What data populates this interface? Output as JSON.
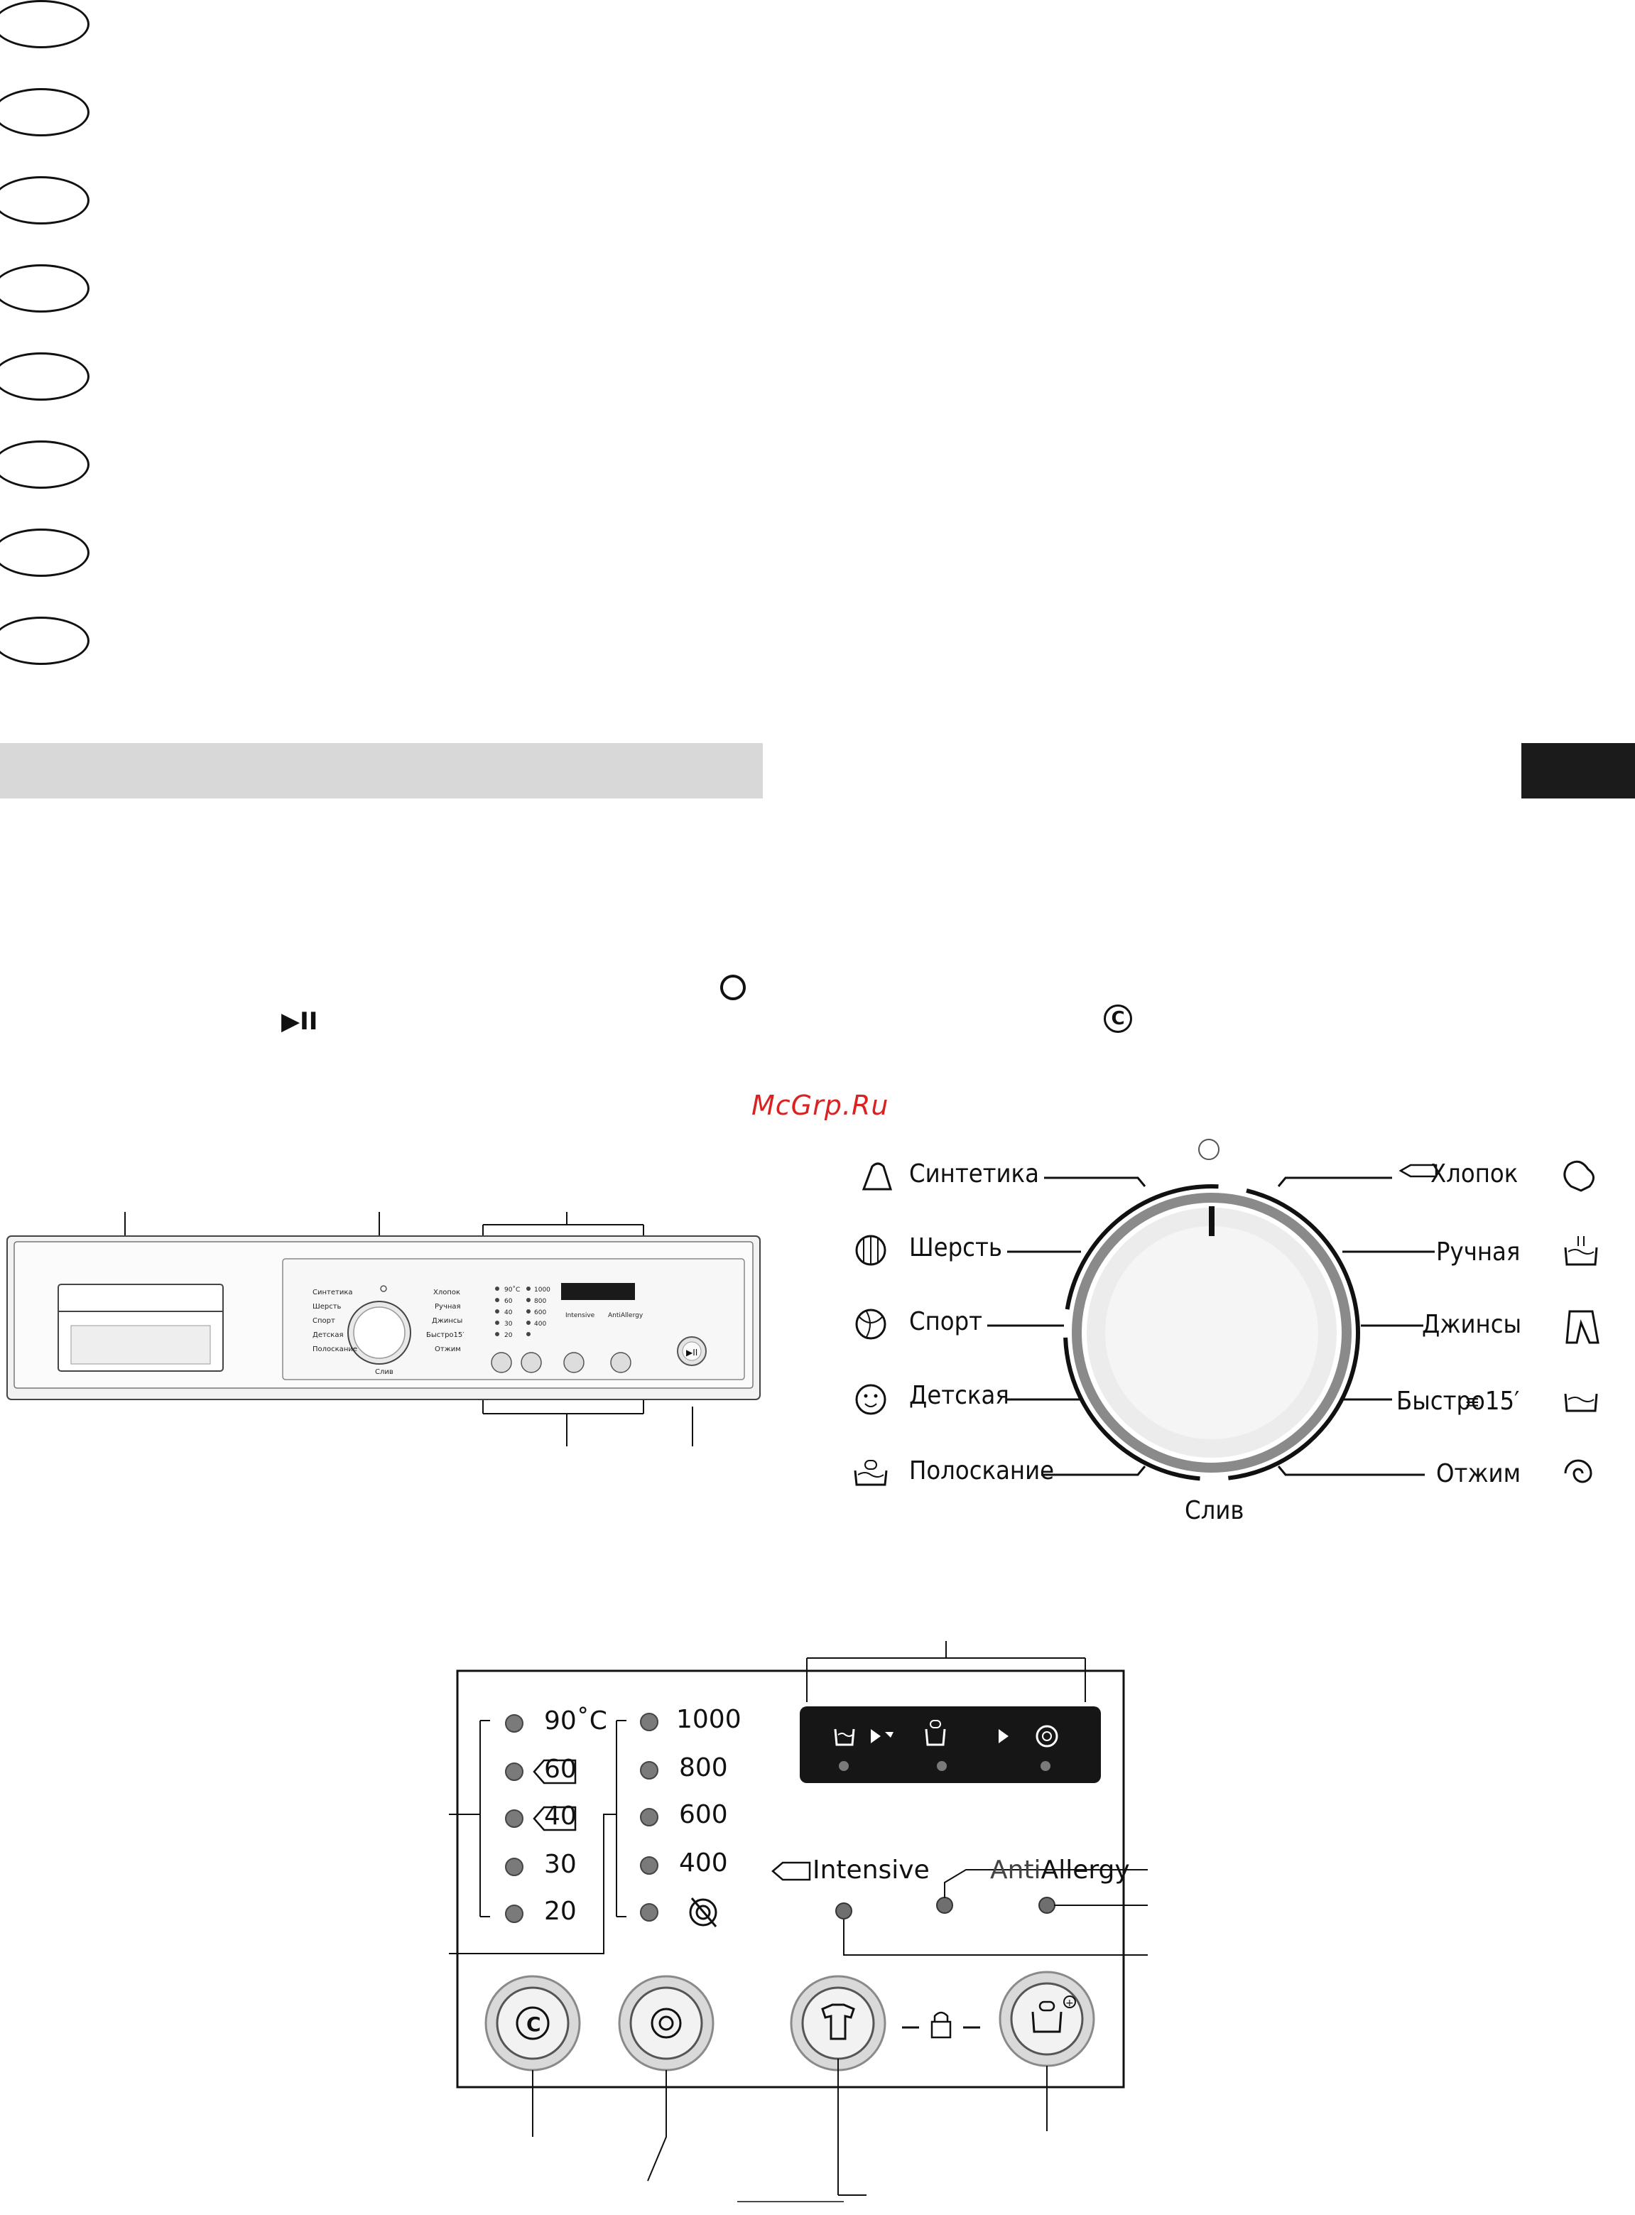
{
  "language_markers": {
    "count": 8
  },
  "header": {
    "section_bar": "",
    "side_tab": ""
  },
  "inline_symbols": {
    "power_symbol": "○",
    "start_pause_symbol": "▶II",
    "delay_symbol": "©"
  },
  "watermark": "McGrp.Ru",
  "dial": {
    "left_programs": [
      "Синтетика",
      "Шерсть",
      "Спорт",
      "Детская",
      "Полоскание"
    ],
    "right_programs": [
      "Хлопок",
      "Ручная",
      "Джинсы",
      "Быстро15′",
      "Отжим"
    ],
    "bottom_program": "Слив"
  },
  "overview_panel": {
    "left_programs": [
      "Синтетика",
      "Шерсть",
      "Спорт",
      "Детская",
      "Полоскание"
    ],
    "right_programs": [
      "Хлопок",
      "Ручная",
      "Джинсы",
      "Быстро15′",
      "Отжим"
    ],
    "bottom_program": "Слив",
    "temps": [
      "90˚C",
      "60",
      "40",
      "30",
      "20"
    ],
    "spins": [
      "1000",
      "800",
      "600",
      "400",
      ""
    ],
    "intensive": "Intensive",
    "antiallergy": "AntiAllergy"
  },
  "control_panel": {
    "temperatures": [
      "90˚C",
      "60",
      "40",
      "30",
      "20"
    ],
    "spin_speeds": [
      "1000",
      "800",
      "600",
      "400"
    ],
    "intensive_label": "Intensive",
    "antiallergy_prefix": "Anti",
    "antiallergy_suffix": "Allergy"
  }
}
